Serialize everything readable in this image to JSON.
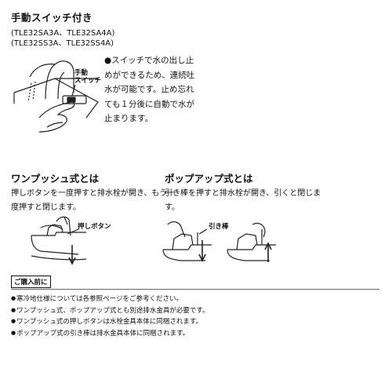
{
  "header": {
    "title": "手動スイッチ付き",
    "models": [
      "(TLE32SA3A、TLE32SA4A)",
      "(TLE32SS3A、TLE32SS4A)"
    ]
  },
  "switch": {
    "callout": [
      "手動",
      "スイッチ"
    ],
    "description": "●スイッチで水の出し止めができるため、連続吐水が可能です。止め忘れても１分後に自動で水が止まります。"
  },
  "push_type": {
    "heading": "ワンプッシュ式とは",
    "text": "押しボタンを一度押すと排水栓が開き、もう一度押すと閉じます。",
    "callout": "押しボタン"
  },
  "pop_type": {
    "heading": "ポップアップ式とは",
    "text": "引き棒を押すと排水栓が開き、引くと閉じます。",
    "callout": "引き棒"
  },
  "notes": {
    "label": "ご購入前に",
    "items": [
      "寒冷地仕様については各参照ページをご参考ください。",
      "ワンプッシュ式、ポップアップ式とも別途排水金具が必要です。",
      "ワンプッシュ式の押しボタンは水栓金具本体に同梱されます。",
      "ポップアップ式の引き棒は排水金具本体に同梱されます。"
    ]
  }
}
